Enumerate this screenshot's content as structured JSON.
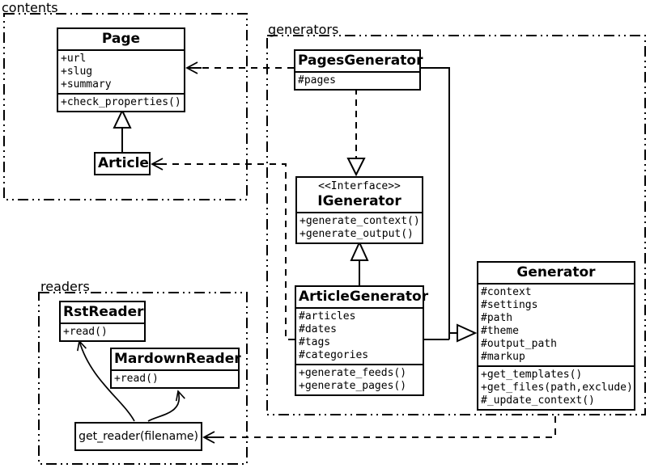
{
  "packages": {
    "contents": {
      "label": "contents"
    },
    "generators": {
      "label": "generators"
    },
    "readers": {
      "label": "readers"
    }
  },
  "classes": {
    "page": {
      "name": "Page",
      "attributes": [
        "+url",
        "+slug",
        "+summary"
      ],
      "methods": [
        "+check_properties()"
      ]
    },
    "article": {
      "name": "Article"
    },
    "pages_generator": {
      "name": "PagesGenerator",
      "attributes": [
        "#pages"
      ]
    },
    "igenerator": {
      "stereotype": "<<Interface>>",
      "name": "IGenerator",
      "methods": [
        "+generate_context()",
        "+generate_output()"
      ]
    },
    "article_generator": {
      "name": "ArticleGenerator",
      "attributes": [
        "#articles",
        "#dates",
        "#tags",
        "#categories"
      ],
      "methods": [
        "+generate_feeds()",
        "+generate_pages()"
      ]
    },
    "generator": {
      "name": "Generator",
      "attributes": [
        "#context",
        "#settings",
        "#path",
        "#theme",
        "#output_path",
        "#markup"
      ],
      "methods": [
        "+get_templates()",
        "+get_files(path,exclude)",
        "#_update_context()"
      ]
    },
    "rst_reader": {
      "name": "RstReader",
      "methods": [
        "+read()"
      ]
    },
    "mardown_reader": {
      "name": "MardownReader",
      "methods": [
        "+read()"
      ]
    },
    "get_reader": {
      "label": "get_reader(filename)"
    }
  },
  "relationships": [
    {
      "type": "inheritance",
      "from": "Article",
      "to": "Page"
    },
    {
      "type": "realization",
      "from": "PagesGenerator",
      "to": "IGenerator"
    },
    {
      "type": "inheritance",
      "from": "ArticleGenerator",
      "to": "IGenerator"
    },
    {
      "type": "inheritance",
      "from": "PagesGenerator",
      "to": "Generator"
    },
    {
      "type": "inheritance",
      "from": "ArticleGenerator",
      "to": "Generator"
    },
    {
      "type": "dependency",
      "from": "PagesGenerator",
      "to": "Page"
    },
    {
      "type": "dependency",
      "from": "ArticleGenerator",
      "to": "Article"
    },
    {
      "type": "dependency",
      "from": "Generator",
      "to": "get_reader(filename)"
    },
    {
      "type": "association",
      "from": "get_reader(filename)",
      "to": "RstReader"
    },
    {
      "type": "association",
      "from": "get_reader(filename)",
      "to": "MardownReader"
    }
  ],
  "colors": {
    "line": "#000000",
    "background": "#ffffff",
    "box_fill": "#ffffff"
  }
}
